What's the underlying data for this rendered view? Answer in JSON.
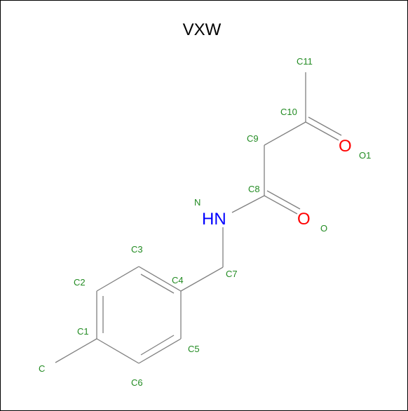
{
  "title": "VXW",
  "colors": {
    "bond": "#808080",
    "nitrogen": "#0000ff",
    "oxygen": "#ff0000",
    "atom_label": "#228b22",
    "frame": "#000000"
  },
  "elements": {
    "amide_nitrogen": "HN",
    "amide_oxygen": "O",
    "ketone_oxygen": "O"
  },
  "atom_labels": {
    "C": "C",
    "C1": "C1",
    "C2": "C2",
    "C3": "C3",
    "C4": "C4",
    "C5": "C5",
    "C6": "C6",
    "C7": "C7",
    "C8": "C8",
    "C9": "C9",
    "C10": "C10",
    "C11": "C11",
    "N": "N",
    "O": "O",
    "O1": "O1"
  }
}
